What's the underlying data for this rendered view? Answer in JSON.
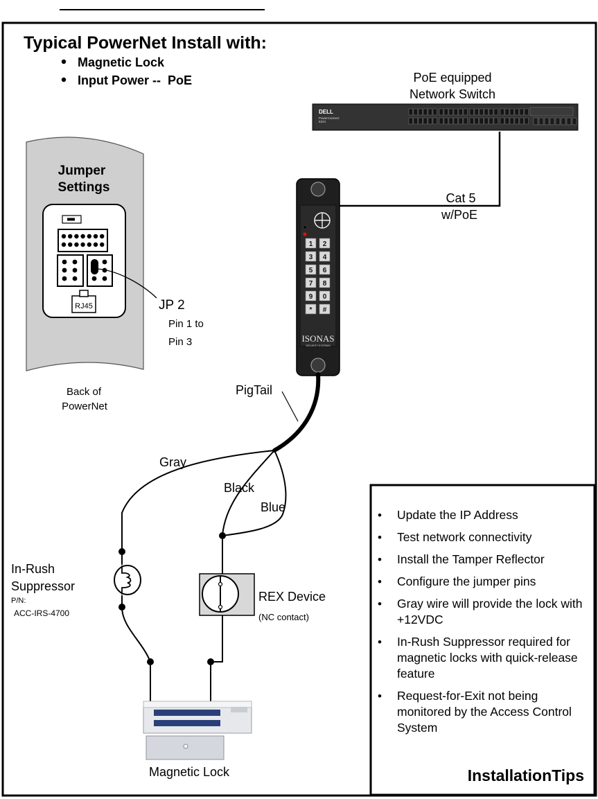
{
  "header": {
    "title": "Typical PowerNet Install with:",
    "bullets": [
      "Magnetic Lock",
      "Input Power --  PoE"
    ]
  },
  "switch": {
    "label_line1": "PoE equipped",
    "label_line2": "Network Switch",
    "brand": "DELL",
    "model_line1": "PowerConnect",
    "model_line2": "6224"
  },
  "cable": {
    "label_line1": "Cat 5",
    "label_line2": "w/PoE"
  },
  "reader": {
    "brand": "ISONAS",
    "sub": "SECURITY SYSTEMS",
    "keys": [
      "1",
      "2",
      "3",
      "4",
      "5",
      "6",
      "7",
      "8",
      "9",
      "0",
      "*",
      "#"
    ]
  },
  "jumper": {
    "title_line1": "Jumper",
    "title_line2": "Settings",
    "rj45": "RJ45",
    "jp_label": "JP 2",
    "jp_line2": "Pin 1 to",
    "jp_line3": "Pin 3",
    "back_line1": "Back of",
    "back_line2": "PowerNet"
  },
  "wires": {
    "pigtail": "PigTail",
    "gray": "Gray",
    "black": "Black",
    "blue": "Blue"
  },
  "suppressor": {
    "line1": "In-Rush",
    "line2": "Suppressor",
    "pn_label": "P/N:",
    "pn_value": "ACC-IRS-4700"
  },
  "rex": {
    "label": "REX Device",
    "sub": "(NC contact)"
  },
  "lock": {
    "label": "Magnetic Lock"
  },
  "tips": {
    "title": "InstallationTips",
    "items": [
      "Update the IP Address",
      "Test network connectivity",
      "Install the Tamper Reflector",
      "Configure the jumper pins",
      "Gray wire will provide the lock with +12VDC",
      "In-Rush Suppressor required for magnetic locks with quick-release feature",
      "Request-for-Exit not being monitored by the Access Control System"
    ]
  }
}
